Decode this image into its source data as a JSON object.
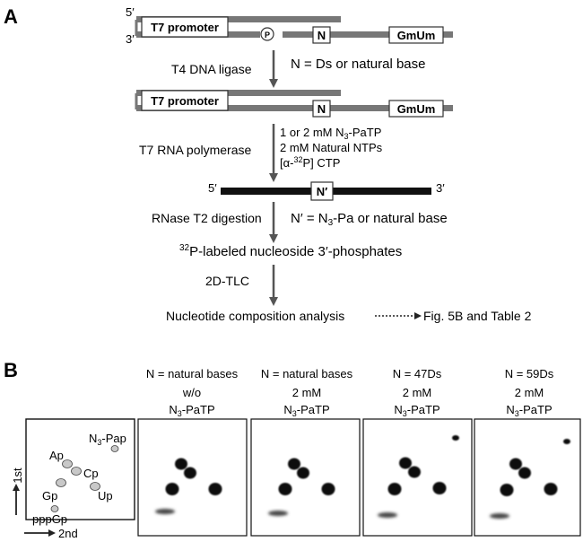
{
  "panel_a": {
    "label": "A",
    "prime5": "5′",
    "prime3": "3′",
    "promoter": "T7 promoter",
    "phosphate": "P",
    "n_box": "N",
    "gmum": "GmUm",
    "step1": "T4 DNA ligase",
    "n_def": "N = Ds or natural base",
    "step2": "T7 RNA polymerase",
    "cond1a": "1 or 2 mM N",
    "cond1b": "3",
    "cond1c": "-PaTP",
    "cond2": "2 mM Natural NTPs",
    "cond3a": "[α-",
    "cond3b": "32",
    "cond3c": "P] CTP",
    "rna_5": "5′",
    "rna_3": "3′",
    "n_prime": "N′",
    "step3": "RNase T2 digestion",
    "np_def_a": "N′ = N",
    "np_def_b": "3",
    "np_def_c": "-Pa or natural base",
    "labeled_a": "32",
    "labeled_b": "P-labeled nucleoside 3′-phosphates",
    "step4": "2D-TLC",
    "analysis": "Nucleotide composition analysis",
    "ref": "Fig. 5B and Table 2"
  },
  "panel_b": {
    "label": "B",
    "map": {
      "spots": [
        {
          "name": "N3-Pap",
          "text_a": "N",
          "text_b": "3",
          "text_c": "-Pap"
        },
        {
          "name": "Ap",
          "text": "Ap"
        },
        {
          "name": "Cp",
          "text": "Cp"
        },
        {
          "name": "Gp",
          "text": "Gp"
        },
        {
          "name": "Up",
          "text": "Up"
        },
        {
          "name": "pppGp",
          "text": "pppGp"
        }
      ],
      "axis_1st": "1st",
      "axis_2nd": "2nd"
    },
    "plates": [
      {
        "line1": "N = natural bases",
        "line2": "w/o",
        "line3a": "N",
        "line3b": "3",
        "line3c": "-PaTP"
      },
      {
        "line1": "N = natural bases",
        "line2": "2 mM",
        "line3a": "N",
        "line3b": "3",
        "line3c": "-PaTP"
      },
      {
        "line1": "N = 47Ds",
        "line2": "2 mM",
        "line3a": "N",
        "line3b": "3",
        "line3c": "-PaTP"
      },
      {
        "line1": "N = 59Ds",
        "line2": "2 mM",
        "line3a": "N",
        "line3b": "3",
        "line3c": "-PaTP"
      }
    ]
  },
  "colors": {
    "strand": "#777777",
    "arrow": "#555555",
    "spot": "#111111",
    "map_spot_fill": "#c8c8c8"
  }
}
